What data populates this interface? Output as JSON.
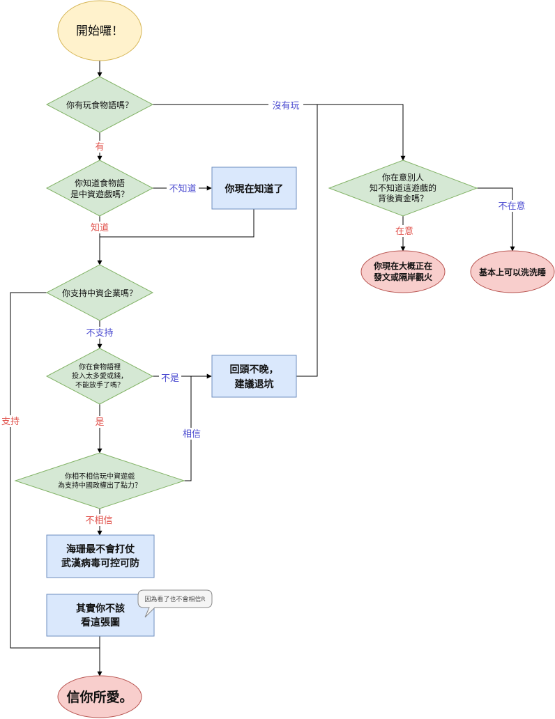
{
  "nodes": {
    "start": "開始囉！",
    "q_play": "你有玩食物語嗎？",
    "q_know": [
      "你知道食物語",
      "是中資遊戲嗎？"
    ],
    "now_know": "你現在知道了",
    "q_support": "你支持中資企業嗎？",
    "q_invest": [
      "你在食物語裡",
      "投入太多愛或錢，",
      "不能放手了嗎？"
    ],
    "q_believe": [
      "你相不相信玩中資遊戲",
      "為支持中國政權出了點力？"
    ],
    "coral": [
      "海珊最不會打仗",
      "武漢病毒可控可防"
    ],
    "shouldnt": [
      "其實你不該",
      "看這張圖"
    ],
    "callout": "因為看了也不會相信R",
    "quit": [
      "回頭不晚，",
      "建議退坑"
    ],
    "q_care": [
      "你在意別人",
      "知不知道這遊戲的",
      "背後資金嗎？"
    ],
    "burning": [
      "你現在大概正在",
      "發文或隔岸觀火"
    ],
    "sleep": "基本上可以洗洗睡",
    "end": "信你所愛。"
  },
  "edges": {
    "no_play": "沒有玩",
    "yes": "有",
    "dont_know": "不知道",
    "know": "知道",
    "not_support": "不支持",
    "support": "支持",
    "not_is": "不是",
    "is": "是",
    "believe": "相信",
    "not_believe": "不相信",
    "care": "在意",
    "not_care": "不在意"
  },
  "colors": {
    "start_fill": "#fff2cc",
    "start_stroke": "#d6b656",
    "diamond_fill": "#d5e8d4",
    "diamond_stroke": "#82b366",
    "box_fill": "#dae8fc",
    "box_stroke": "#6c8ebf",
    "end_fill": "#f8cecc",
    "end_stroke": "#b85450",
    "label_blue": "#4a4ad0",
    "label_red": "#e0504a"
  }
}
